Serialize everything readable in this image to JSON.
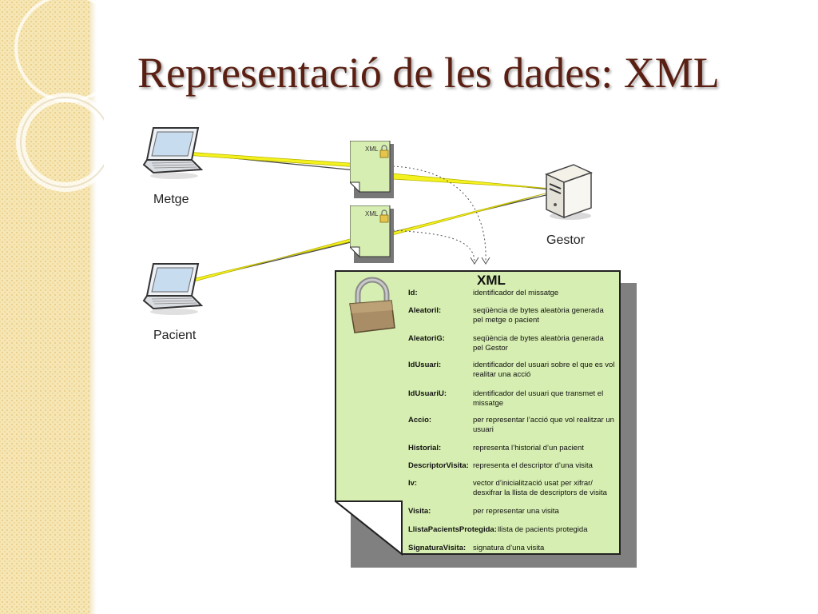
{
  "slide": {
    "title": "Representació de les dades: XML"
  },
  "nodes": {
    "metge": "Metge",
    "pacient": "Pacient",
    "gestor": "Gestor"
  },
  "messages": [
    {
      "label": "XML"
    },
    {
      "label": "XML"
    }
  ],
  "xml_document": {
    "title": "XML",
    "fields": [
      {
        "name": "Id:",
        "description": "identificador del missatge"
      },
      {
        "name": "AleatoriI:",
        "description": "seqüència de bytes aleatòria generada pel metge o pacient"
      },
      {
        "name": "AleatoriG:",
        "description": "seqüència de bytes aleatòria generada pel Gestor"
      },
      {
        "name": "IdUsuari:",
        "description": "identificador del usuari sobre el que es vol realitar una acció"
      },
      {
        "name": "IdUsuariU:",
        "description": "identificador del usuari que transmet el missatge"
      },
      {
        "name": "Accio:",
        "description": "per representar l’acció que vol realitzar un usuari"
      },
      {
        "name": "Historial:",
        "description": "representa l’historial d’un pacient"
      },
      {
        "name": "DescriptorVisita:",
        "description": "representa el descriptor d’una visita"
      },
      {
        "name": "Iv:",
        "description": "vector d’inicialització usat per xifrar/ desxifrar la llista de descriptors de visita"
      },
      {
        "name": "Visita:",
        "description": "per representar una visita"
      },
      {
        "name": "LlistaPacientsProtegida:",
        "description": "llista de pacients protegida"
      },
      {
        "name": "SignaturaVisita:",
        "description": "signatura d’una visita"
      }
    ]
  },
  "colors": {
    "title": "#5a1f12",
    "document_fill": "#d6eeb1",
    "bolt": "#f4f21e",
    "sidebar": "#f6e6b4"
  }
}
